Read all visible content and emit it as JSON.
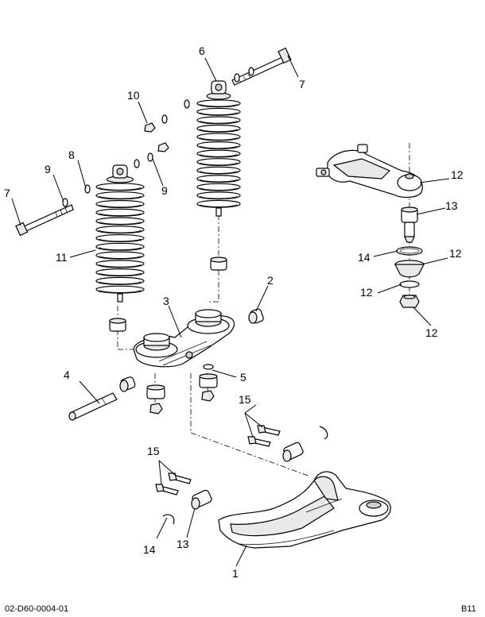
{
  "callouts": {
    "c1": "1",
    "c2": "2",
    "c3": "3",
    "c4": "4",
    "c5": "5",
    "c6": "6",
    "c7_top": "7",
    "c7_left": "7",
    "c8": "8",
    "c9_left": "9",
    "c9_right": "9",
    "c10": "10",
    "c11": "11",
    "c12_arm": "12",
    "c12_seat": "12",
    "c12_ring": "12",
    "c12_nut": "12",
    "c13_joint": "13",
    "c13_bushing": "13",
    "c14_oring": "14",
    "c14_clip": "14",
    "c15_upper": "15",
    "c15_lower": "15"
  },
  "footer": {
    "drawing_number": "02-D60-0004-01",
    "page_code": "B11"
  }
}
